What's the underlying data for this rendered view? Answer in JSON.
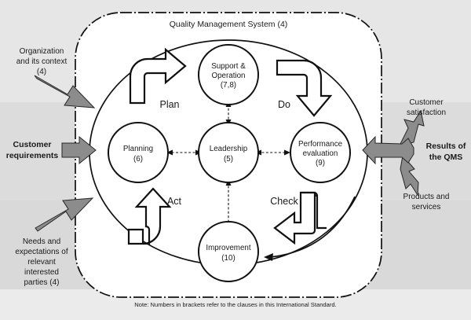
{
  "diagram": {
    "title": "Quality Management System (4)",
    "footnote": "Note: Numbers in brackets refer to the clauses in this International Standard.",
    "nodes": [
      {
        "id": "support-operation",
        "label_line1": "Support &",
        "label_line2": "Operation",
        "clause": "(7,8)"
      },
      {
        "id": "planning",
        "label_line1": "Planning",
        "label_line2": "",
        "clause": "(6)"
      },
      {
        "id": "leadership",
        "label_line1": "Leadership",
        "label_line2": "",
        "clause": "(5)"
      },
      {
        "id": "performance-evaluation",
        "label_line1": "Performance",
        "label_line2": "evaluation",
        "clause": "(9)"
      },
      {
        "id": "improvement",
        "label_line1": "Improvement",
        "label_line2": "",
        "clause": "(10)"
      }
    ],
    "pdca": [
      {
        "id": "plan",
        "label": "Plan"
      },
      {
        "id": "do",
        "label": "Do"
      },
      {
        "id": "act",
        "label": "Act"
      },
      {
        "id": "check",
        "label": "Check"
      }
    ],
    "inputs": [
      {
        "id": "organization-and-its-context",
        "lines": [
          "Organization",
          "and its context",
          "(4)"
        ],
        "bold": false
      },
      {
        "id": "customer-requirements",
        "lines": [
          "Customer",
          "requirements"
        ],
        "bold": true
      },
      {
        "id": "needs-and-expectations",
        "lines": [
          "Needs and",
          "expectations of",
          "relevant",
          "interested",
          "parties (4)"
        ],
        "bold": false
      }
    ],
    "outputs": [
      {
        "id": "customer-satisfaction",
        "lines": [
          "Customer",
          "satisfaction"
        ],
        "bold": false
      },
      {
        "id": "results-of-the-qms",
        "lines": [
          "Results of",
          "the QMS"
        ],
        "bold": true
      },
      {
        "id": "products-and-services",
        "lines": [
          "Products and",
          "services"
        ],
        "bold": false
      }
    ],
    "colors": {
      "page_background": "#e0e0e0",
      "qms_fill": "#ffffff",
      "stroke": "#111111",
      "grey_arrow_fill": "#8c8c8c",
      "text": "#1a1a1a"
    }
  }
}
